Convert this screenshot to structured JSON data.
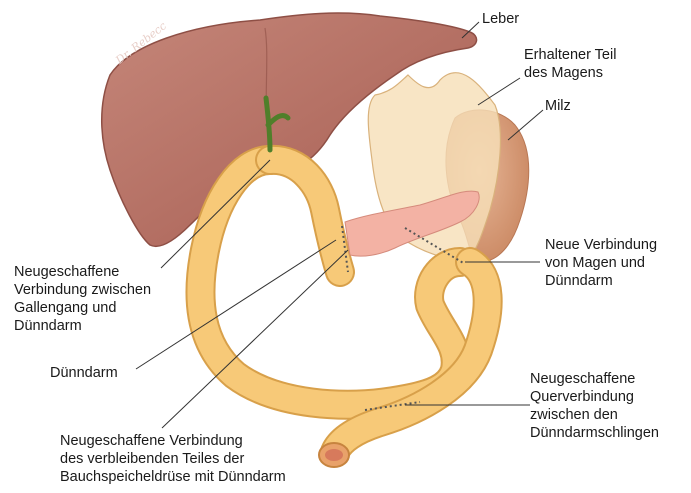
{
  "labels": {
    "leber": "Leber",
    "magen": "Erhaltener Teil\ndes Magens",
    "milz": "Milz",
    "neue_verbindung": "Neue Verbindung\nvon Magen und\nDünndarm",
    "gallengang": "Neugeschaffene\nVerbindung zwischen\nGallengang und\nDünndarm",
    "duenndarm": "Dünndarm",
    "pankreas": "Neugeschaffene Verbindung\ndes verbleibenden Teiles der\nBauchspeicheldrüse mit Dünndarm",
    "querverbindung": "Neugeschaffene\nQuerverbindung\nzwischen den\nDünndarmschlingen"
  },
  "watermark": "Dr. Rebecc",
  "colors": {
    "liver": "#b8756a",
    "liver_dark": "#8e4f45",
    "stomach": "#f7dfb8",
    "spleen": "#d9a07c",
    "intestine": "#f7c978",
    "intestine_edge": "#d8a04a",
    "pancreas": "#f3b2a4",
    "bile_duct": "#4f7f2a",
    "leader": "#333333"
  }
}
